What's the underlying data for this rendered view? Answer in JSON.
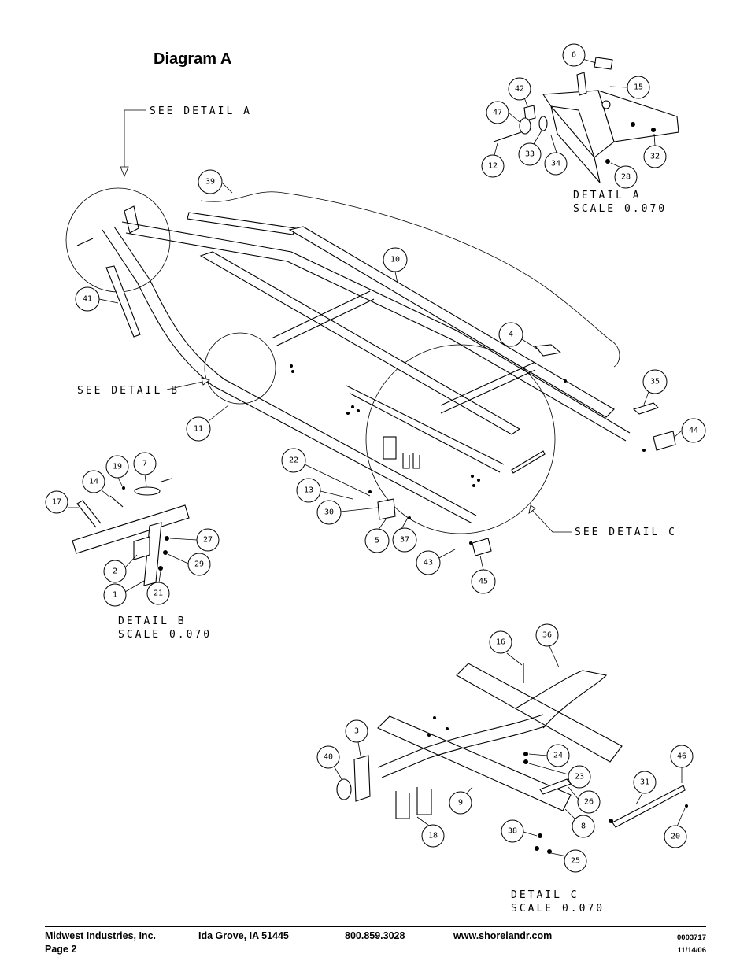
{
  "title": "Diagram A",
  "callouts": {
    "see_detail_a": "SEE DETAIL  A",
    "see_detail_b": "SEE DETAIL  B",
    "see_detail_c": "SEE DETAIL  C"
  },
  "details": {
    "a": {
      "name": "DETAIL  A",
      "scale": "SCALE  0.070"
    },
    "b": {
      "name": "DETAIL  B",
      "scale": "SCALE  0.070"
    },
    "c": {
      "name": "DETAIL  C",
      "scale": "SCALE  0.070"
    }
  },
  "part_numbers": {
    "p6": "6",
    "p15": "15",
    "p42": "42",
    "p47": "47",
    "p33": "33",
    "p34": "34",
    "p12": "12",
    "p28": "28",
    "p32": "32",
    "p39": "39",
    "p10": "10",
    "p41": "41",
    "p4": "4",
    "p35": "35",
    "p44": "44",
    "p11": "11",
    "p22": "22",
    "p13": "13",
    "p30": "30",
    "p5": "5",
    "p37": "37",
    "p43": "43",
    "p45": "45",
    "p19": "19",
    "p7": "7",
    "p14": "14",
    "p17": "17",
    "p27": "27",
    "p29": "29",
    "p2": "2",
    "p1": "1",
    "p21": "21",
    "p16": "16",
    "p36": "36",
    "p3": "3",
    "p40": "40",
    "p24": "24",
    "p23": "23",
    "p26": "26",
    "p9": "9",
    "p8": "8",
    "p46": "46",
    "p31": "31",
    "p20": "20",
    "p18": "18",
    "p38": "38",
    "p25": "25"
  },
  "footer": {
    "company": "Midwest Industries, Inc.",
    "page": "Page 2",
    "location": "Ida Grove, IA  51445",
    "phone": "800.859.3028",
    "website": "www.shorelandr.com",
    "doc_number": "0003717",
    "date": "11/14/06"
  }
}
